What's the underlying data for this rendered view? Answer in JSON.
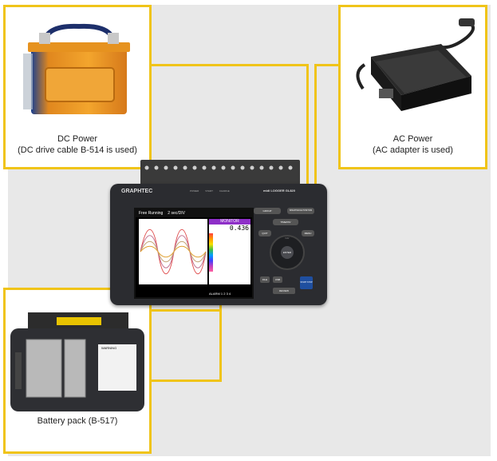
{
  "colors": {
    "accent": "#f0c419",
    "background": "#e8e8e8",
    "device_body": "#2b2c30",
    "screen_background": "#000000",
    "monitor_header": "#8e2fc8"
  },
  "dc_power": {
    "title": "DC Power",
    "subtitle": "(DC drive cable B-514 is used)",
    "icon": "car-battery-icon"
  },
  "ac_power": {
    "title": "AC Power",
    "subtitle": "(AC adapter is used)",
    "icon": "ac-adapter-icon"
  },
  "battery": {
    "title": "Battery pack (B-517)",
    "icon": "battery-pack-icon",
    "warning_label": "WARNING"
  },
  "device": {
    "brand": "GRAPHTEC",
    "model": "midi LOGGER GL820",
    "indicators": [
      "POWER",
      "START",
      "CHARGE"
    ],
    "screen": {
      "status_mode": "Free Running",
      "status_rate": "2 sec/DIV",
      "monitor_title": "MONITOR",
      "big_value": "0.436",
      "footer": "ALARM 1 2 3 4"
    },
    "buttons": {
      "group": "GROUP",
      "position": "SPAN/TRACE POSITION",
      "time_div": "TIME/DIV",
      "quit": "QUIT",
      "menu": "MENU",
      "enter": "ENTER",
      "file": "FILE",
      "usb": "USB",
      "start_stop": "START STOP",
      "review": "REVIEW",
      "nav": "NAV"
    }
  }
}
